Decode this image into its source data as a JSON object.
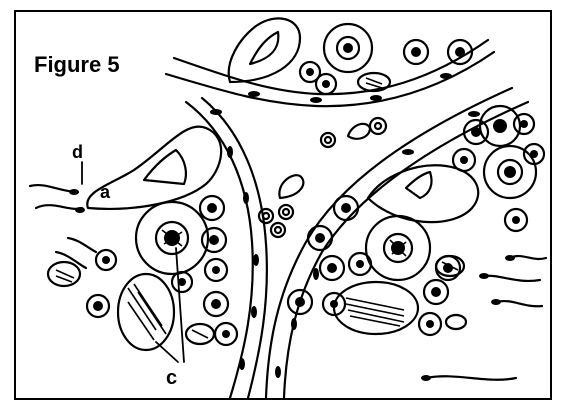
{
  "figure": {
    "title": "Figure 5",
    "labels": {
      "a": "a",
      "c": "c",
      "d": "d"
    },
    "colors": {
      "ink": "#000000",
      "paper": "#ffffff"
    }
  }
}
